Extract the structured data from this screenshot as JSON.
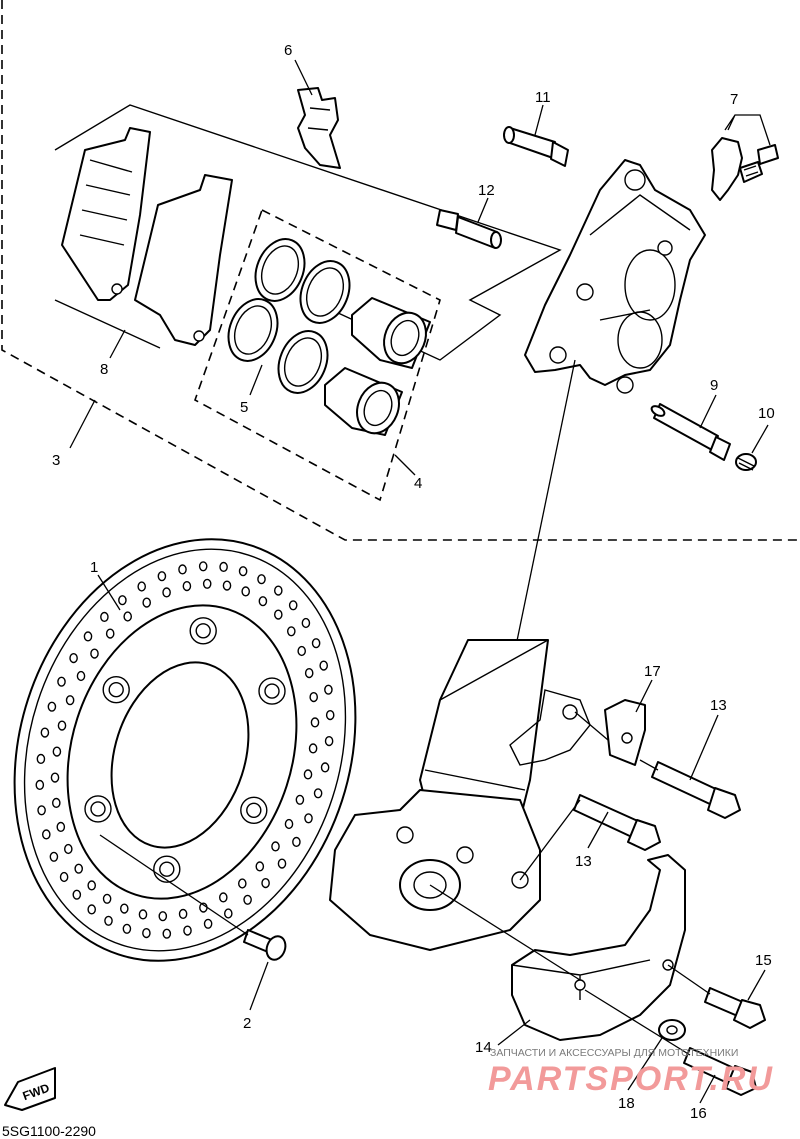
{
  "diagram": {
    "part_numbers": {
      "p1": "1",
      "p2": "2",
      "p3": "3",
      "p4": "4",
      "p5": "5",
      "p6": "6",
      "p7": "7",
      "p8": "8",
      "p9": "9",
      "p10": "10",
      "p11": "11",
      "p12": "12",
      "p13a": "13",
      "p13b": "13",
      "p14": "14",
      "p15": "15",
      "p16": "16",
      "p17": "17",
      "p18": "18"
    },
    "fwd_label": "FWD",
    "drawing_code": "5SG1100-2290"
  },
  "watermark": {
    "caption": "ЗАПЧАСТИ И АКСЕССУАРЫ ДЛЯ МОТОТЕХНИКИ",
    "logo_text": "PARTSPORT.RU"
  },
  "colors": {
    "line": "#000000",
    "background": "#ffffff",
    "watermark_logo": "#f29a9a",
    "watermark_caption": "#7a7a7a"
  }
}
